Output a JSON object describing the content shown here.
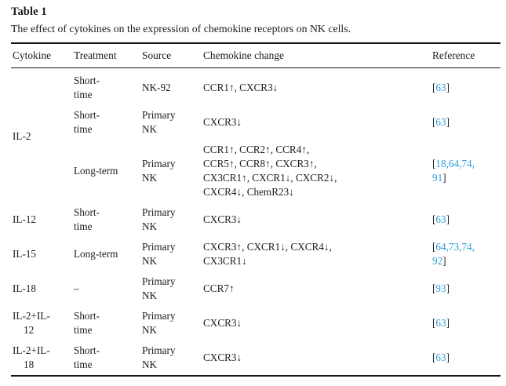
{
  "colors": {
    "link": "#2e9ed8",
    "text": "#1c1c1c",
    "rule": "#141414",
    "background": "#ffffff"
  },
  "table": {
    "label": "Table 1",
    "caption": "The effect of cytokines on the expression of chemokine receptors on NK cells.",
    "columns": [
      {
        "key": "cytokine",
        "label": "Cytokine"
      },
      {
        "key": "treatment",
        "label": "Treatment"
      },
      {
        "key": "source",
        "label": "Source"
      },
      {
        "key": "change",
        "label": "Chemokine change"
      },
      {
        "key": "reference",
        "label": "Reference"
      }
    ],
    "reference_bracket_open": "[",
    "reference_bracket_close": "]",
    "rows": [
      {
        "cytokine": {
          "lines": [
            "IL-2"
          ],
          "rowspan": 3
        },
        "treatment": [
          "Short-",
          "time"
        ],
        "source": [
          "NK-92"
        ],
        "change": [
          "CCR1↑, CXCR3↓"
        ],
        "reference": {
          "citations": [
            "63"
          ],
          "wrap_after": null
        }
      },
      {
        "cytokine": null,
        "treatment": [
          "Short-",
          "time"
        ],
        "source": [
          "Primary",
          "NK"
        ],
        "change": [
          "CXCR3↓"
        ],
        "reference": {
          "citations": [
            "63"
          ],
          "wrap_after": null
        }
      },
      {
        "cytokine": null,
        "treatment": [
          "Long-term"
        ],
        "source": [
          "Primary",
          "NK"
        ],
        "change": [
          "CCR1↑, CCR2↑, CCR4↑,",
          "CCR5↑, CCR8↑, CXCR3↑,",
          "CX3CR1↑, CXCR1↓, CXCR2↓,",
          "CXCR4↓, ChemR23↓"
        ],
        "reference": {
          "citations": [
            "18",
            "64",
            "74",
            "91"
          ],
          "wrap_after": 2
        }
      },
      {
        "cytokine": {
          "lines": [
            "IL-12"
          ],
          "rowspan": 1
        },
        "treatment": [
          "Short-",
          "time"
        ],
        "source": [
          "Primary",
          "NK"
        ],
        "change": [
          "CXCR3↓"
        ],
        "reference": {
          "citations": [
            "63"
          ],
          "wrap_after": null
        }
      },
      {
        "cytokine": {
          "lines": [
            "IL-15"
          ],
          "rowspan": 1
        },
        "treatment": [
          "Long-term"
        ],
        "source": [
          "Primary",
          "NK"
        ],
        "change": [
          "CXCR3↑, CXCR1↓, CXCR4↓,",
          "CX3CR1↓"
        ],
        "reference": {
          "citations": [
            "64",
            "73",
            "74",
            "92"
          ],
          "wrap_after": 2
        }
      },
      {
        "cytokine": {
          "lines": [
            "IL-18"
          ],
          "rowspan": 1
        },
        "treatment": [
          "–"
        ],
        "source": [
          "Primary",
          "NK"
        ],
        "change": [
          "CCR7↑"
        ],
        "reference": {
          "citations": [
            "93"
          ],
          "wrap_after": null
        }
      },
      {
        "cytokine": {
          "lines": [
            "IL-2+IL-",
            "12"
          ],
          "rowspan": 1
        },
        "treatment": [
          "Short-",
          "time"
        ],
        "source": [
          "Primary",
          "NK"
        ],
        "change": [
          "CXCR3↓"
        ],
        "reference": {
          "citations": [
            "63"
          ],
          "wrap_after": null
        }
      },
      {
        "cytokine": {
          "lines": [
            "IL-2+IL-",
            "18"
          ],
          "rowspan": 1
        },
        "treatment": [
          "Short-",
          "time"
        ],
        "source": [
          "Primary",
          "NK"
        ],
        "change": [
          "CXCR3↓"
        ],
        "reference": {
          "citations": [
            "63"
          ],
          "wrap_after": null
        }
      }
    ]
  }
}
